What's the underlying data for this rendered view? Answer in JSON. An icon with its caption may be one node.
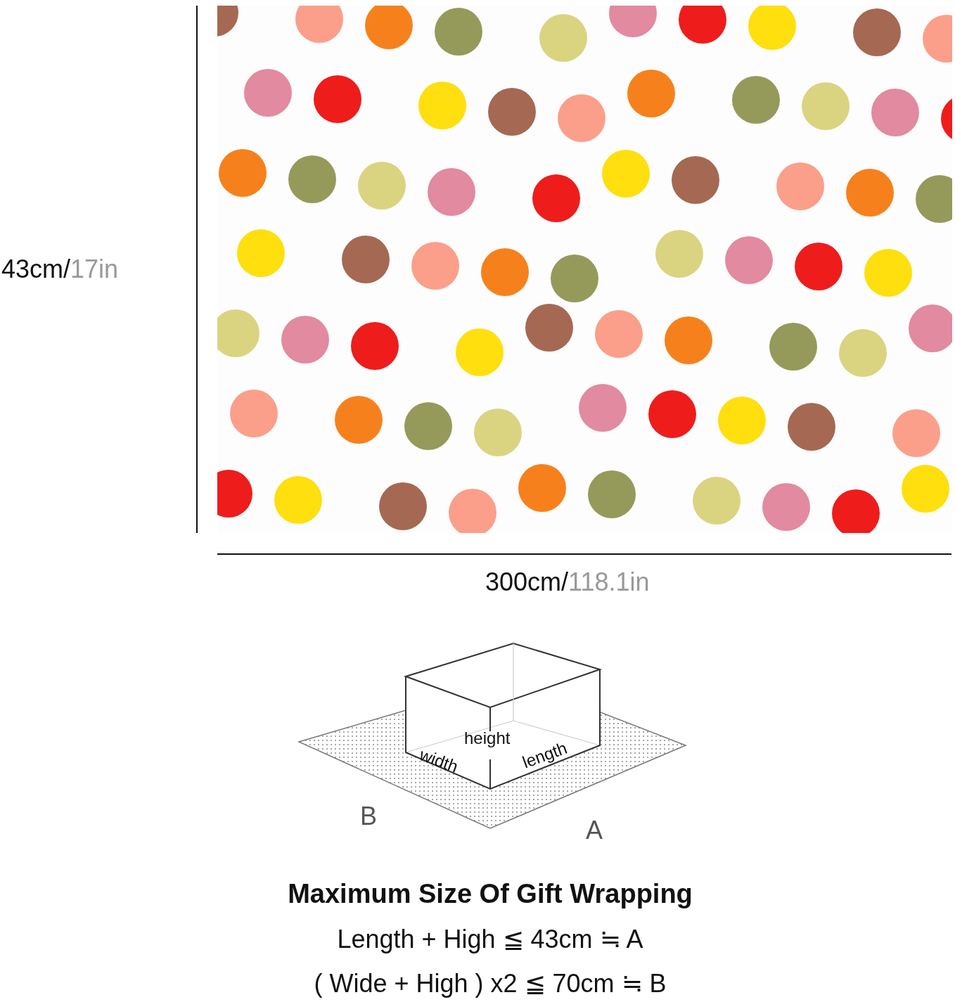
{
  "diagram": {
    "title": "Maximum Size Of Gift Wrapping",
    "labels": [
      "43cm/17in",
      "300cm/118.1in",
      "height",
      "width",
      "length",
      "B",
      "A",
      "Length + High ≦ 43cm ≒ A",
      "( Wide + High ) x2 ≦ 70cm ≒ B"
    ]
  }
}
